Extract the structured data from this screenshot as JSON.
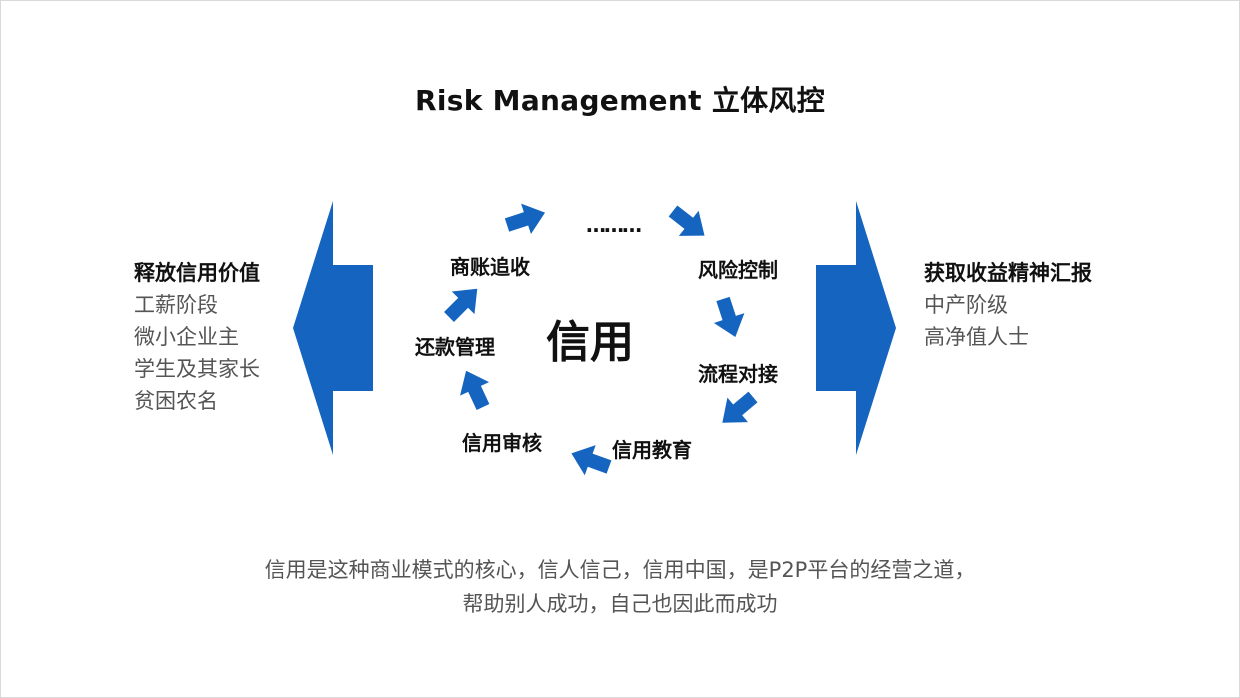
{
  "title": "Risk Management 立体风控",
  "left": {
    "heading": "释放信用价值",
    "lines": [
      "工薪阶段",
      "微小企业主",
      "学生及其家长",
      "贫困农名"
    ]
  },
  "right": {
    "heading": "获取收益精神汇报",
    "lines": [
      "中产阶级",
      "高净值人士"
    ]
  },
  "center": "信用",
  "cycle": {
    "top_left": "商账追收",
    "top": "………",
    "top_right": "风险控制",
    "right": "流程对接",
    "bottom_right": "信用教育",
    "bottom_left": "信用审核",
    "left": "还款管理"
  },
  "caption": {
    "line1": "信用是这种商业模式的核心，信人信己，信用中国，是P2P平台的经营之道，",
    "line2": "帮助别人成功，自己也因此而成功"
  },
  "colors": {
    "accent": "#1565c0"
  }
}
